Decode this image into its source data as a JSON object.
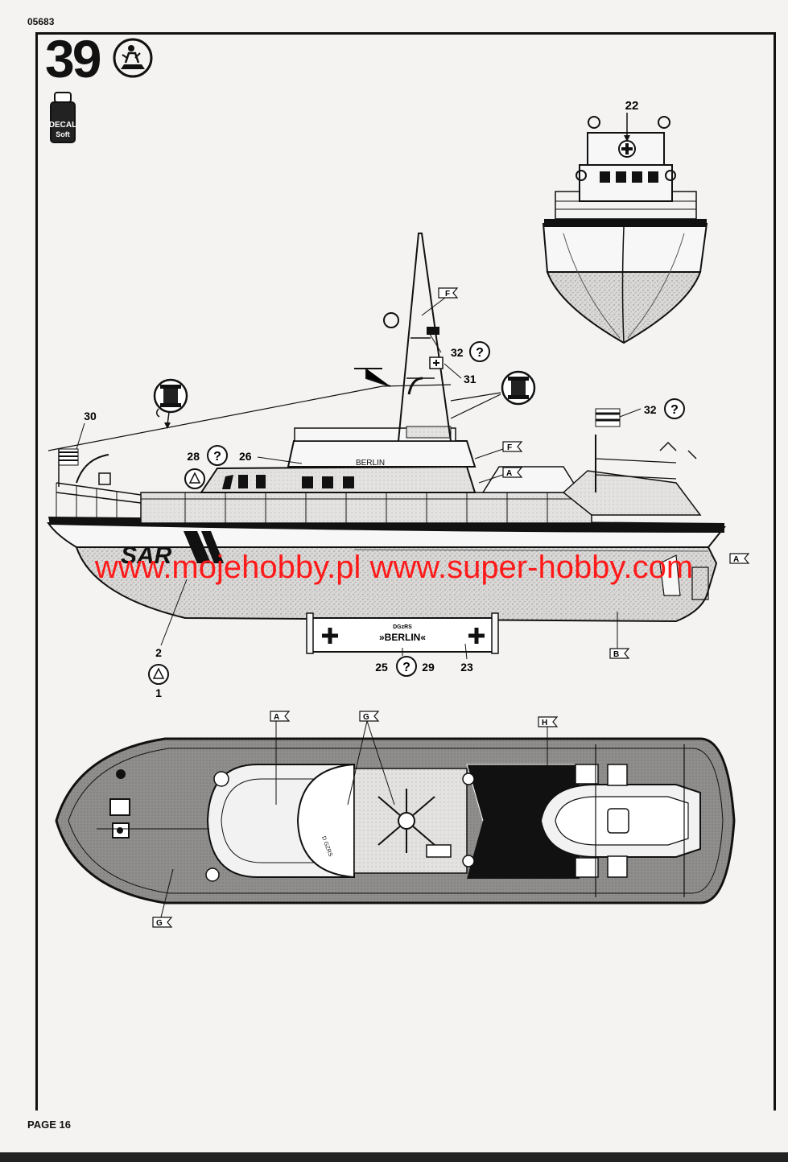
{
  "page_code": "05683",
  "page_number": "PAGE 16",
  "step_number": "39",
  "decal_badge": {
    "line1": "DECAL",
    "line2": "Soft"
  },
  "callouts": {
    "part_22": "22",
    "part_30": "30",
    "part_28": "28",
    "part_26": "26",
    "part_31": "31",
    "part_32_mast": "32",
    "part_32_flag": "32",
    "part_2": "2",
    "part_1": "1",
    "part_25": "25",
    "part_29": "29",
    "part_23": "23",
    "question": "?"
  },
  "color_codes": {
    "F_mast": "F",
    "F_cabin": "F",
    "A_cabin": "A",
    "A_stern": "A",
    "B_hull": "B",
    "A_top": "A",
    "G_top_1": "G",
    "G_top_2": "G",
    "H_top": "H"
  },
  "ship_labels": {
    "cabin_name": "BERLIN",
    "hull_code": "SAR",
    "stand_org": "DGzRS",
    "stand_name": "»BERLIN«",
    "tender_label": "D GZRS"
  },
  "watermark": "www.mojehobby.pl www.super-hobby.com",
  "colors": {
    "ink": "#111111",
    "paper": "#f4f3f1",
    "watermark": "#ff1a1a",
    "hull_grey": "#c9c8c6",
    "deck_grey": "#8d8c8a"
  }
}
